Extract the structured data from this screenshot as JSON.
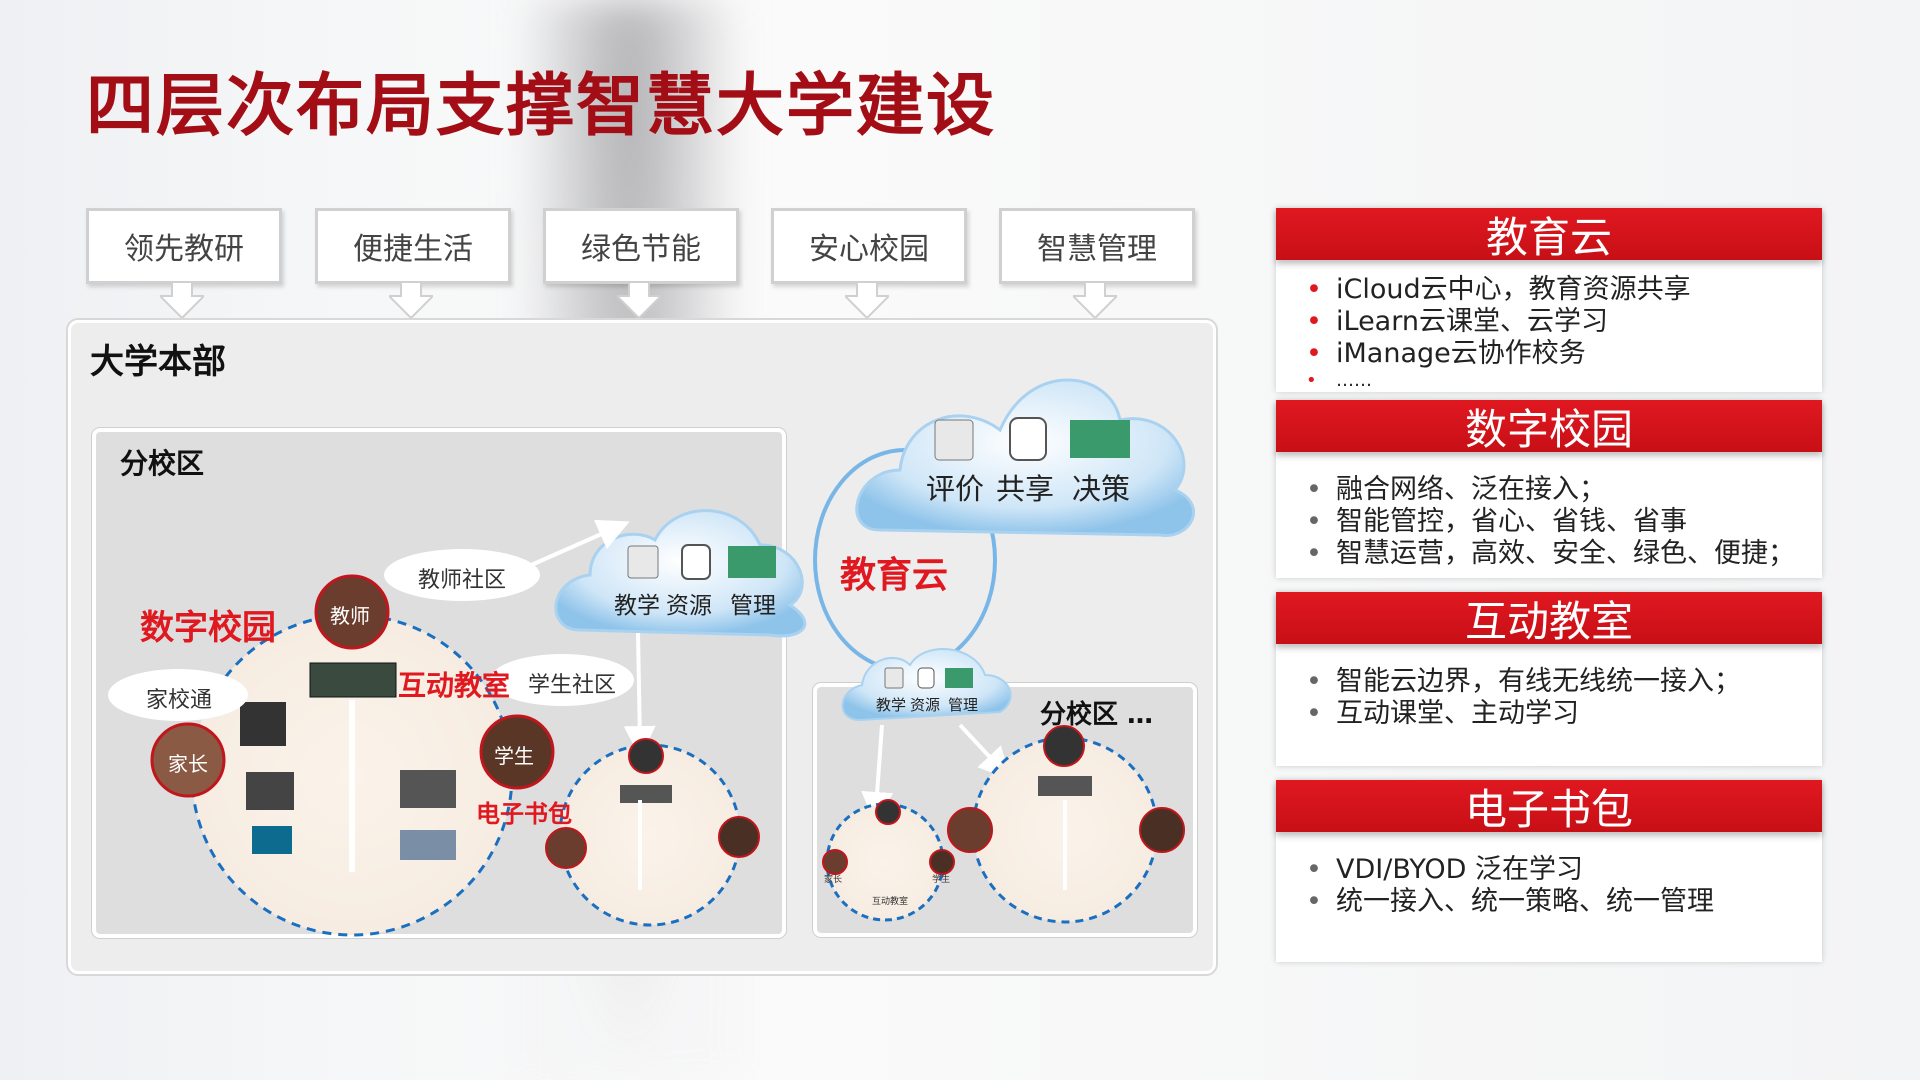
{
  "title": "四层次布局支撑智慧大学建设",
  "tabs": [
    "领先教研",
    "便捷生活",
    "绿色节能",
    "安心校园",
    "智慧管理"
  ],
  "main": {
    "title": "大学本部",
    "campus_title": "分校区",
    "campus2_title": "分校区 …",
    "digital_campus": "数字校园",
    "interactive_classroom": "互动教室",
    "ebook": "电子书包",
    "teacher": "教师",
    "student": "学生",
    "parent": "家长",
    "teacher_community": "教师社区",
    "student_community": "学生社区",
    "home_school": "家校通",
    "edu_cloud_label": "教育云",
    "top_cloud": [
      "评价",
      "共享",
      "决策"
    ],
    "mid_cloud": [
      "教学",
      "资源",
      "管理"
    ],
    "small_cloud": [
      "教学",
      "资源",
      "管理"
    ],
    "small_labels": [
      "互动教室",
      "家长",
      "学生"
    ]
  },
  "cards": [
    {
      "title": "教育云",
      "items": [
        "iCloud云中心，教育资源共享",
        "iLearn云课堂、云学习",
        "iManage云协作校务",
        "……"
      ]
    },
    {
      "title": "数字校园",
      "items": [
        "融合网络、泛在接入；",
        "智能管控，省心、省钱、省事",
        "智慧运营，高效、安全、绿色、便捷；"
      ]
    },
    {
      "title": "互动教室",
      "items": [
        "智能云边界，有线无线统一接入；",
        "互动课堂、主动学习"
      ]
    },
    {
      "title": "电子书包",
      "items": [
        "VDI/BYOD 泛在学习",
        "统一接入、统一策略、统一管理"
      ]
    }
  ],
  "colors": {
    "brand_red": "#e0181f",
    "title_red": "#a30d15",
    "dashed_blue": "#1a6fc0"
  }
}
